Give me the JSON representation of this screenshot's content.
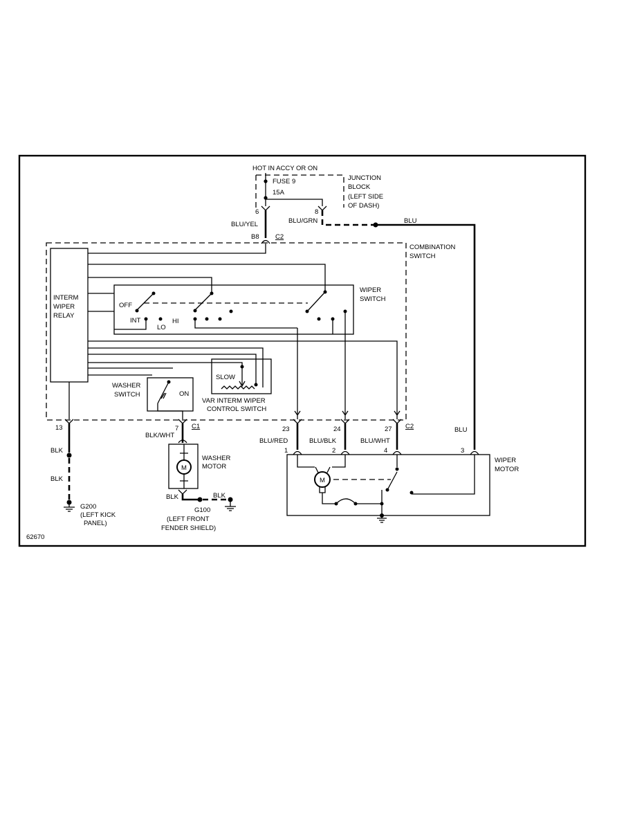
{
  "figure_id": "62670",
  "power": {
    "hot_label": "HOT IN ACCY OR ON",
    "fuse_label": "FUSE 9",
    "fuse_rating": "15A",
    "junction_block": [
      "JUNCTION",
      "BLOCK",
      "(LEFT SIDE",
      "OF DASH)"
    ],
    "pin_6": "6",
    "pin_8": "8"
  },
  "wires": {
    "blu_yel": "BLU/YEL",
    "blu_grn": "BLU/GRN",
    "blu_top": "BLU",
    "blu_right": "BLU",
    "blk_13": "BLK",
    "blk_13b": "BLK",
    "blk_wht": "BLK/WHT",
    "blk_washer": "BLK",
    "blk_g100": "BLK",
    "blu_red": "BLU/RED",
    "blu_blk": "BLU/BLK",
    "blu_wht": "BLU/WHT"
  },
  "connectors": {
    "b8": "B8",
    "c2_top": "C2",
    "c1": "C1",
    "c2_bottom": "C2",
    "pin_13": "13",
    "pin_7": "7",
    "pin_23": "23",
    "pin_24": "24",
    "pin_27": "27",
    "motor_pin_1": "1",
    "motor_pin_2": "2",
    "motor_pin_4": "4",
    "motor_pin_3": "3"
  },
  "combination_switch": [
    "COMBINATION",
    "SWITCH"
  ],
  "relay": [
    "INTERM",
    "WIPER",
    "RELAY"
  ],
  "wiper_switch": {
    "title": [
      "WIPER",
      "SWITCH"
    ],
    "off": "OFF",
    "int": "INT",
    "lo": "LO",
    "hi": "HI"
  },
  "washer_switch": {
    "title": [
      "WASHER",
      "SWITCH"
    ],
    "on": "ON"
  },
  "var_control": {
    "slow": "SLOW",
    "title": [
      "VAR INTERM WIPER",
      "CONTROL SWITCH"
    ]
  },
  "washer_motor": {
    "title": [
      "WASHER",
      "MOTOR"
    ],
    "symbol": "M"
  },
  "wiper_motor": {
    "title": [
      "WIPER",
      "MOTOR"
    ],
    "symbol": "M"
  },
  "grounds": {
    "g200": [
      "G200",
      "(LEFT KICK",
      "PANEL)"
    ],
    "g100": [
      "G100",
      "(LEFT FRONT",
      "FENDER SHIELD)"
    ]
  }
}
